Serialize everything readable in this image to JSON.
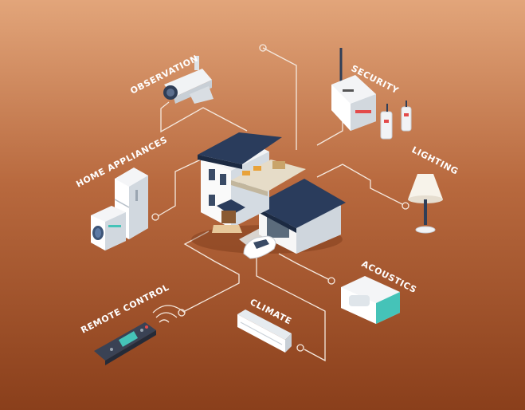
{
  "labels": {
    "observation": "OBSERVATION",
    "security": "SECURITY",
    "home_appliances": "HOME APPLIANCES",
    "lighting": "LIGHTING",
    "acoustics": "ACOUSTICS",
    "remote_control": "REMOTE CONTROL",
    "climate": "CLIMATE"
  },
  "icons": {
    "observation": "security-camera-icon",
    "security": "alarm-panel-icon",
    "home_appliances": "washer-fridge-icon",
    "lighting": "table-lamp-icon",
    "acoustics": "speaker-icon",
    "remote_control": "remote-control-icon",
    "climate": "air-conditioner-icon",
    "center": "smart-house-icon"
  },
  "colors": {
    "background_top": "#e2a57a",
    "background_bottom": "#8a3f1b",
    "roof": "#2a3c5c",
    "accent_teal": "#45c3b8",
    "wires": "#f5e9df"
  }
}
